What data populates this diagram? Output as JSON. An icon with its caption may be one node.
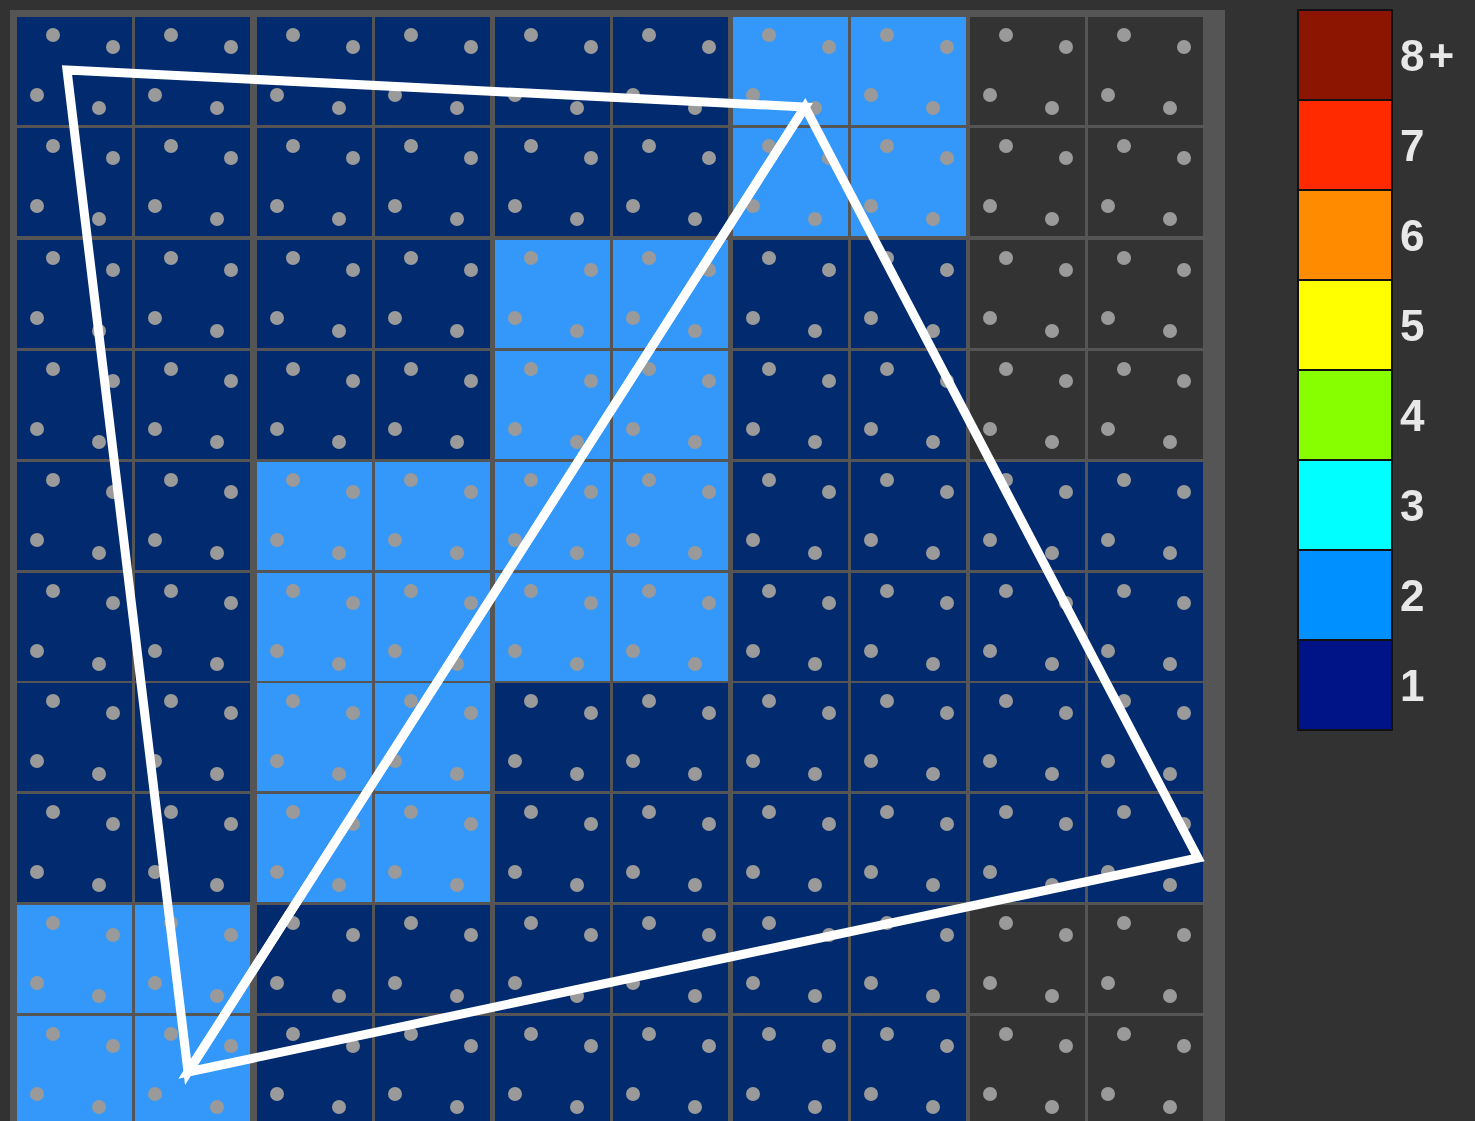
{
  "diagram": {
    "legend": [
      {
        "text": "8+",
        "color": "#8b1500"
      },
      {
        "text": "7",
        "color": "#ff2a00"
      },
      {
        "text": "6",
        "color": "#ff8c00"
      },
      {
        "text": "5",
        "color": "#ffff00"
      },
      {
        "text": "4",
        "color": "#88ff00"
      },
      {
        "text": "3",
        "color": "#00ffff"
      },
      {
        "text": "2",
        "color": "#0090ff"
      },
      {
        "text": "1",
        "color": "#001488"
      }
    ]
  }
}
